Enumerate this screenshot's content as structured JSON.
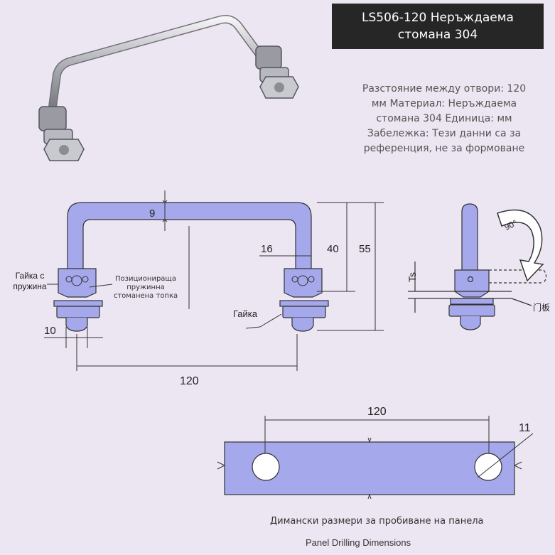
{
  "title": "LS506-120 Неръждаема стомана 304",
  "note": "Разстояние между отвори: 120 мм Материал: Неръждаема стомана 304 Единица: мм Забележка: Тези данни са за референция, не за формоване",
  "front_view": {
    "dim_thickness": "9",
    "dim_16": "16",
    "dim_40": "40",
    "dim_55": "55",
    "dim_10": "10",
    "dim_120": "120",
    "label_spring_nut": "Гайка с пружина",
    "label_ball": "Позиционираща пружинна стоманена топка",
    "label_nut": "Гайка"
  },
  "side_view": {
    "angle": "90°",
    "ts_label": "Ts",
    "panel_label": "门板"
  },
  "panel": {
    "dim_120": "120",
    "dim_11": "11",
    "caption_bg": "Димански размери за пробиване на панела",
    "caption_en": "Panel Drilling Dimensions"
  },
  "colors": {
    "part_fill": "#a6a8ec",
    "line": "#333333"
  }
}
